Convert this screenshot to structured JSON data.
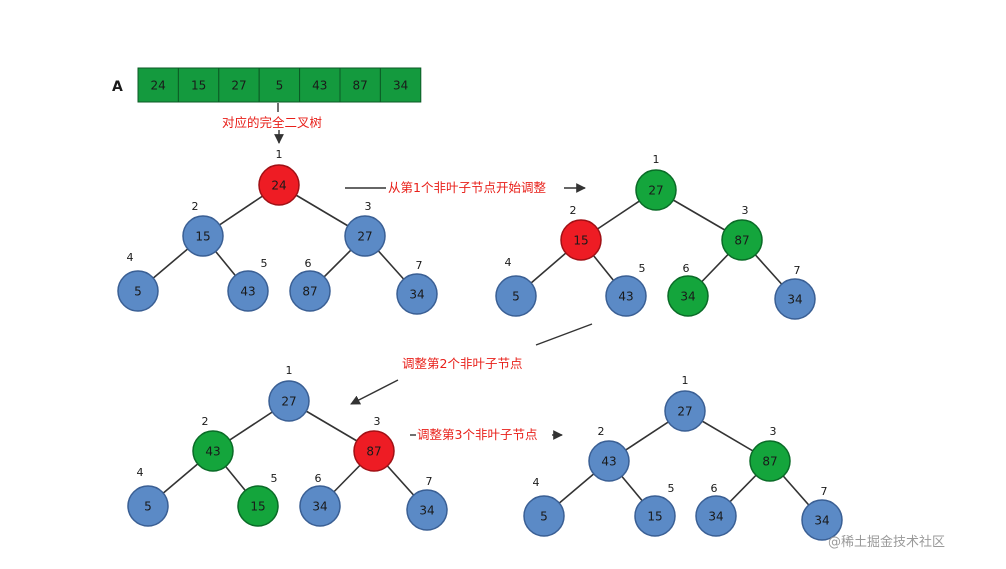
{
  "array": {
    "label": "A",
    "values": [
      "24",
      "15",
      "27",
      "5",
      "43",
      "87",
      "34"
    ]
  },
  "annotations": {
    "complete_tree": "对应的完全二叉树",
    "start_adjust": "从第1个非叶子节点开始调整",
    "adjust_second": "调整第2个非叶子节点",
    "adjust_third": "调整第3个非叶子节点"
  },
  "trees": [
    {
      "name": "tree-initial",
      "nodes": [
        {
          "index": "1",
          "value": "24",
          "color": "red"
        },
        {
          "index": "2",
          "value": "15",
          "color": "blue"
        },
        {
          "index": "3",
          "value": "27",
          "color": "blue"
        },
        {
          "index": "4",
          "value": "5",
          "color": "blue"
        },
        {
          "index": "5",
          "value": "43",
          "color": "blue"
        },
        {
          "index": "6",
          "value": "87",
          "color": "blue"
        },
        {
          "index": "7",
          "value": "34",
          "color": "blue"
        }
      ]
    },
    {
      "name": "tree-step-1",
      "nodes": [
        {
          "index": "1",
          "value": "27",
          "color": "green"
        },
        {
          "index": "2",
          "value": "15",
          "color": "red"
        },
        {
          "index": "3",
          "value": "87",
          "color": "green"
        },
        {
          "index": "4",
          "value": "5",
          "color": "blue"
        },
        {
          "index": "5",
          "value": "43",
          "color": "blue"
        },
        {
          "index": "6",
          "value": "34",
          "color": "green"
        },
        {
          "index": "7",
          "value": "34",
          "color": "blue"
        }
      ]
    },
    {
      "name": "tree-step-2",
      "nodes": [
        {
          "index": "1",
          "value": "27",
          "color": "blue"
        },
        {
          "index": "2",
          "value": "43",
          "color": "green"
        },
        {
          "index": "3",
          "value": "87",
          "color": "red"
        },
        {
          "index": "4",
          "value": "5",
          "color": "blue"
        },
        {
          "index": "5",
          "value": "15",
          "color": "green"
        },
        {
          "index": "6",
          "value": "34",
          "color": "blue"
        },
        {
          "index": "7",
          "value": "34",
          "color": "blue"
        }
      ]
    },
    {
      "name": "tree-step-3",
      "nodes": [
        {
          "index": "1",
          "value": "27",
          "color": "blue"
        },
        {
          "index": "2",
          "value": "43",
          "color": "blue"
        },
        {
          "index": "3",
          "value": "87",
          "color": "green"
        },
        {
          "index": "4",
          "value": "5",
          "color": "blue"
        },
        {
          "index": "5",
          "value": "15",
          "color": "blue"
        },
        {
          "index": "6",
          "value": "34",
          "color": "blue"
        },
        {
          "index": "7",
          "value": "34",
          "color": "blue"
        }
      ]
    }
  ],
  "palette": {
    "blue": "#5b8ac6",
    "red": "#ee1c24",
    "green": "#14a53c",
    "cell": "#149a3e"
  },
  "watermark": "@稀土掘金技术社区"
}
